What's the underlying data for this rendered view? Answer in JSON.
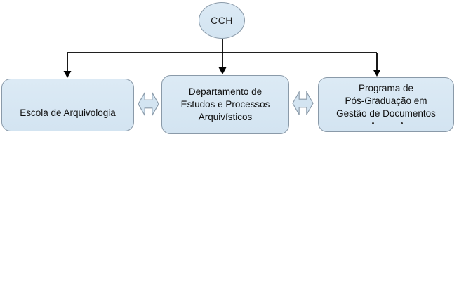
{
  "diagram": {
    "type": "org-chart",
    "root_node": {
      "label": "CCH"
    },
    "nodes": [
      {
        "lines": [
          "Escola de Arquivologia"
        ]
      },
      {
        "lines": [
          "Departamento de",
          "Estudos e Processos",
          "Arquivísticos"
        ]
      },
      {
        "lines": [
          "Programa de",
          "Pós-Graduação em",
          "Gestão de Documentos"
        ],
        "clipped_line_dots": [
          "·",
          "·"
        ]
      }
    ],
    "colors": {
      "shape_fill": "#D7E6F2",
      "shape_border": "#8A9AA9",
      "connector_line": "#000000",
      "text": "#000000",
      "background": "#FFFFFF"
    }
  }
}
